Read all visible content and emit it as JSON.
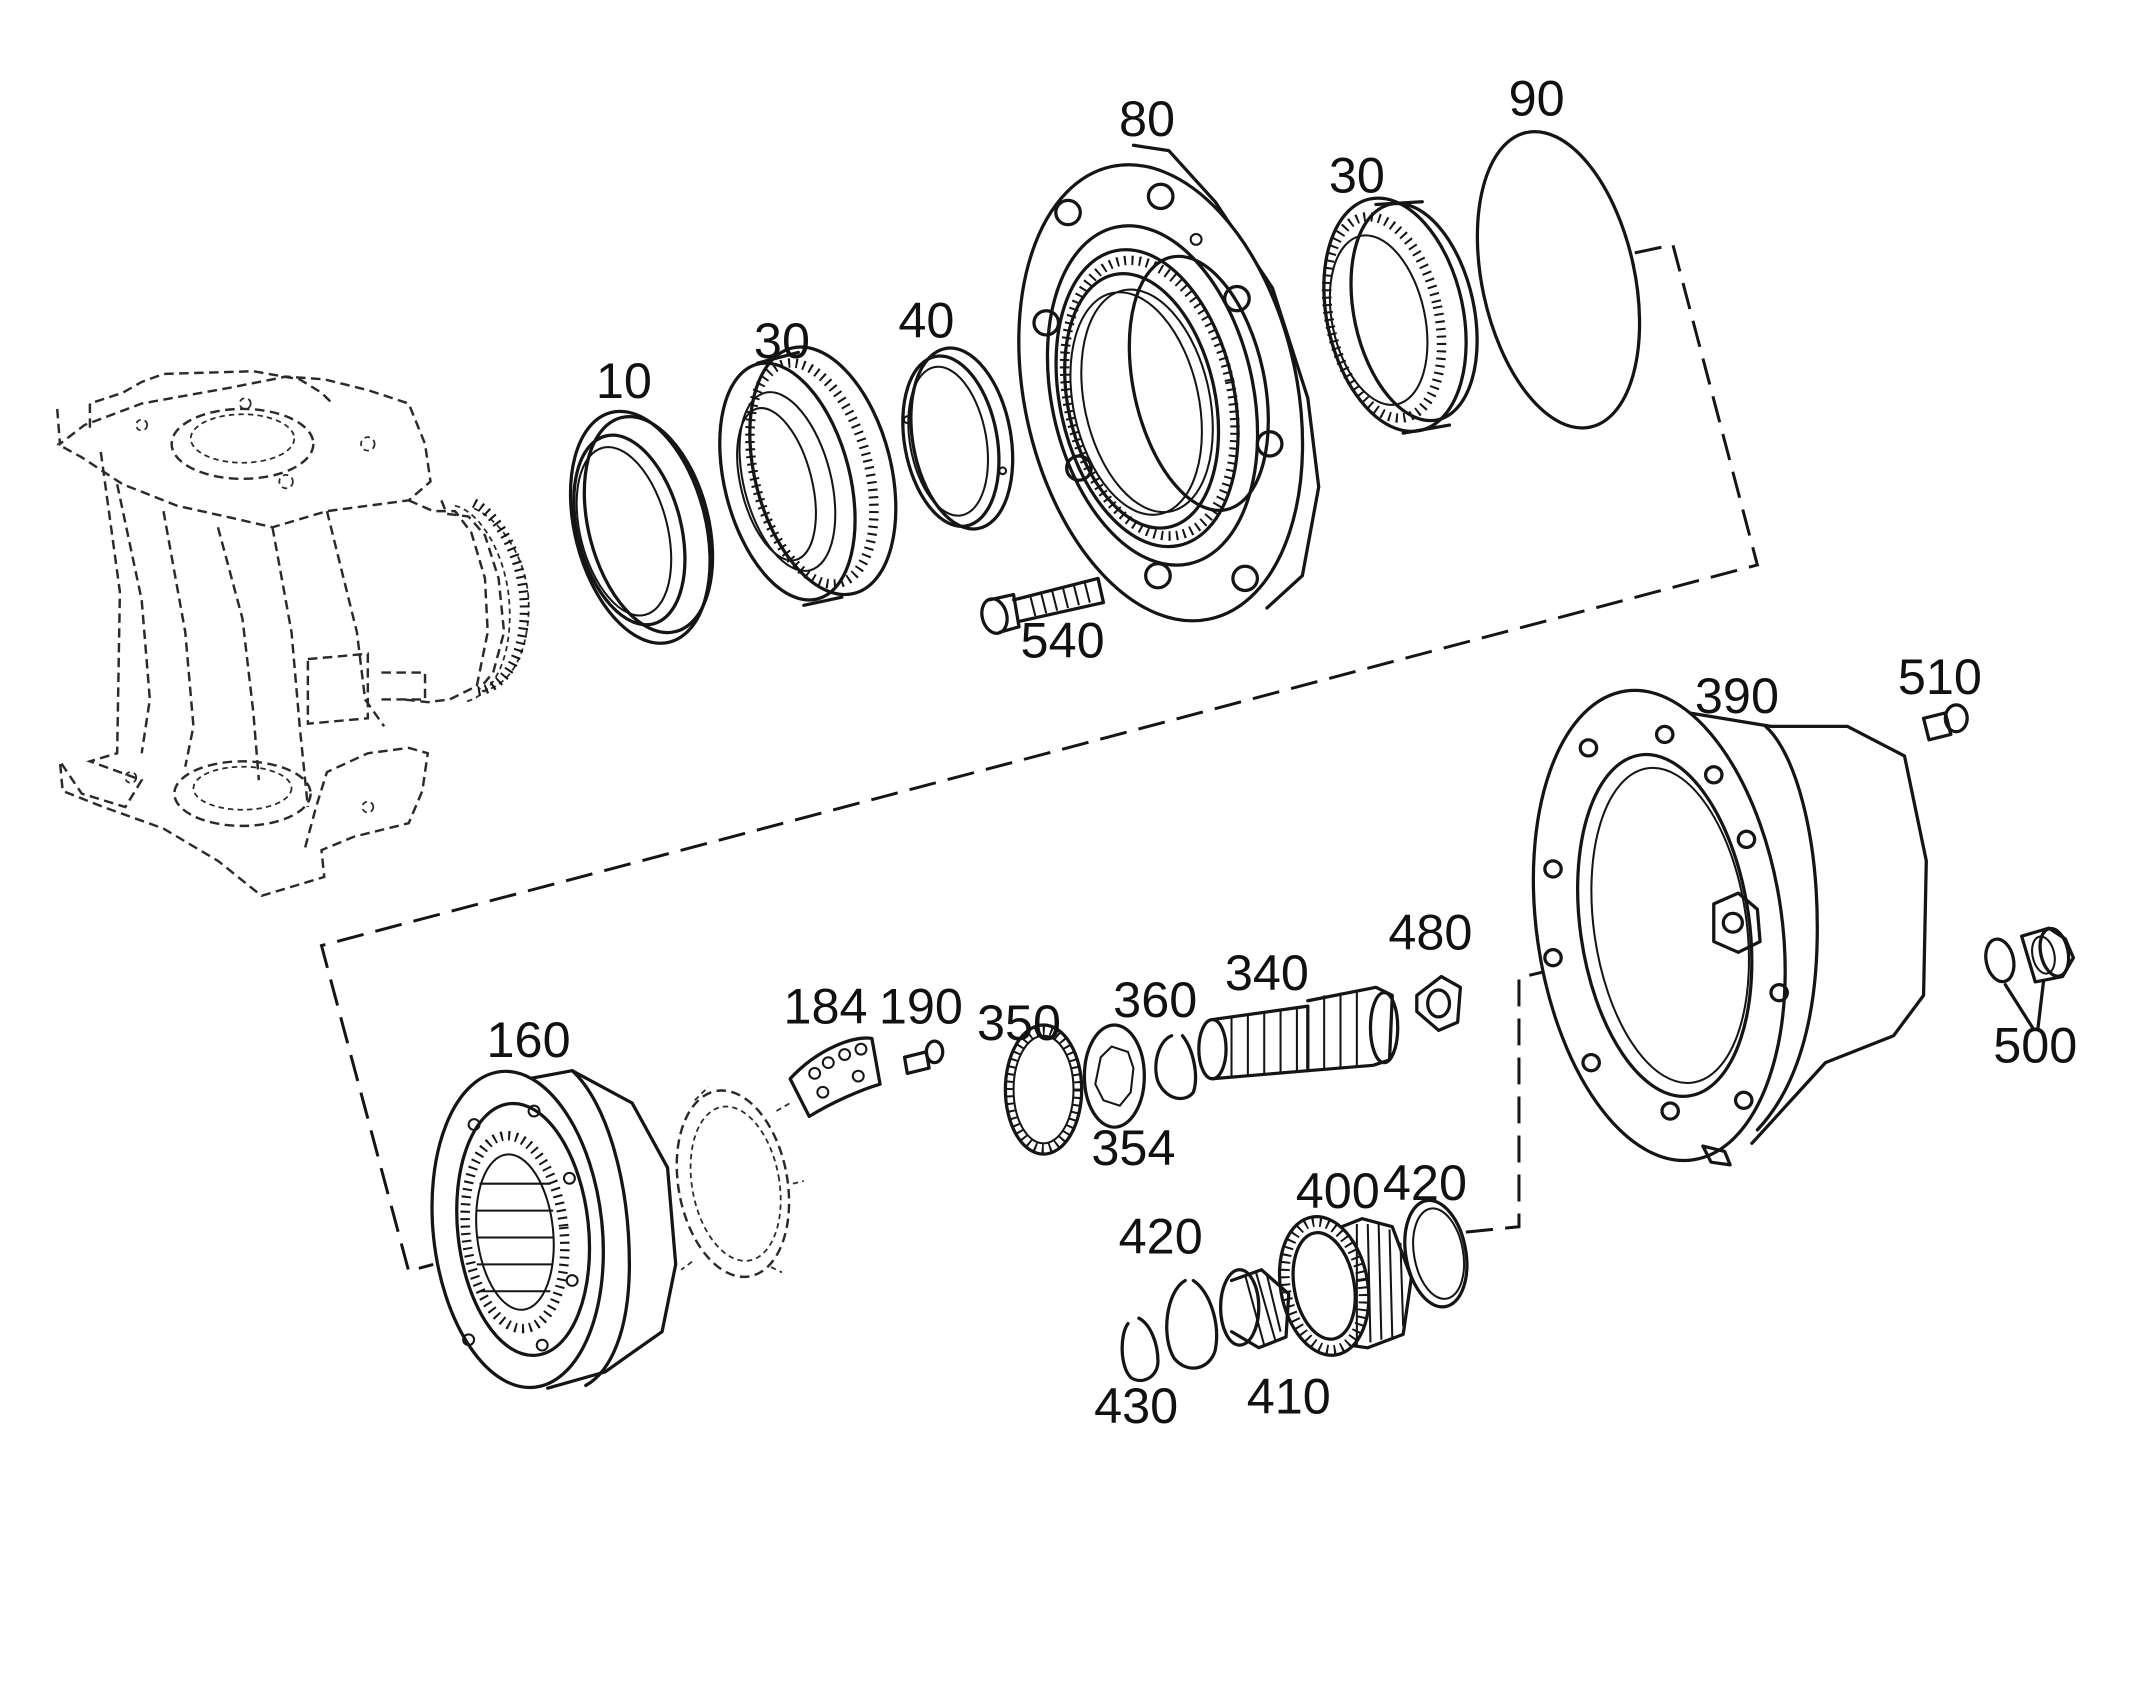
{
  "parts": [
    {
      "ref": "10"
    },
    {
      "ref": "30"
    },
    {
      "ref": "40"
    },
    {
      "ref": "80"
    },
    {
      "ref": "30"
    },
    {
      "ref": "90"
    },
    {
      "ref": "540"
    },
    {
      "ref": "390"
    },
    {
      "ref": "510"
    },
    {
      "ref": "500"
    },
    {
      "ref": "480"
    },
    {
      "ref": "340"
    },
    {
      "ref": "360"
    },
    {
      "ref": "350"
    },
    {
      "ref": "354"
    },
    {
      "ref": "190"
    },
    {
      "ref": "184"
    },
    {
      "ref": "160"
    },
    {
      "ref": "400"
    },
    {
      "ref": "420"
    },
    {
      "ref": "420"
    },
    {
      "ref": "430"
    },
    {
      "ref": "410"
    }
  ]
}
